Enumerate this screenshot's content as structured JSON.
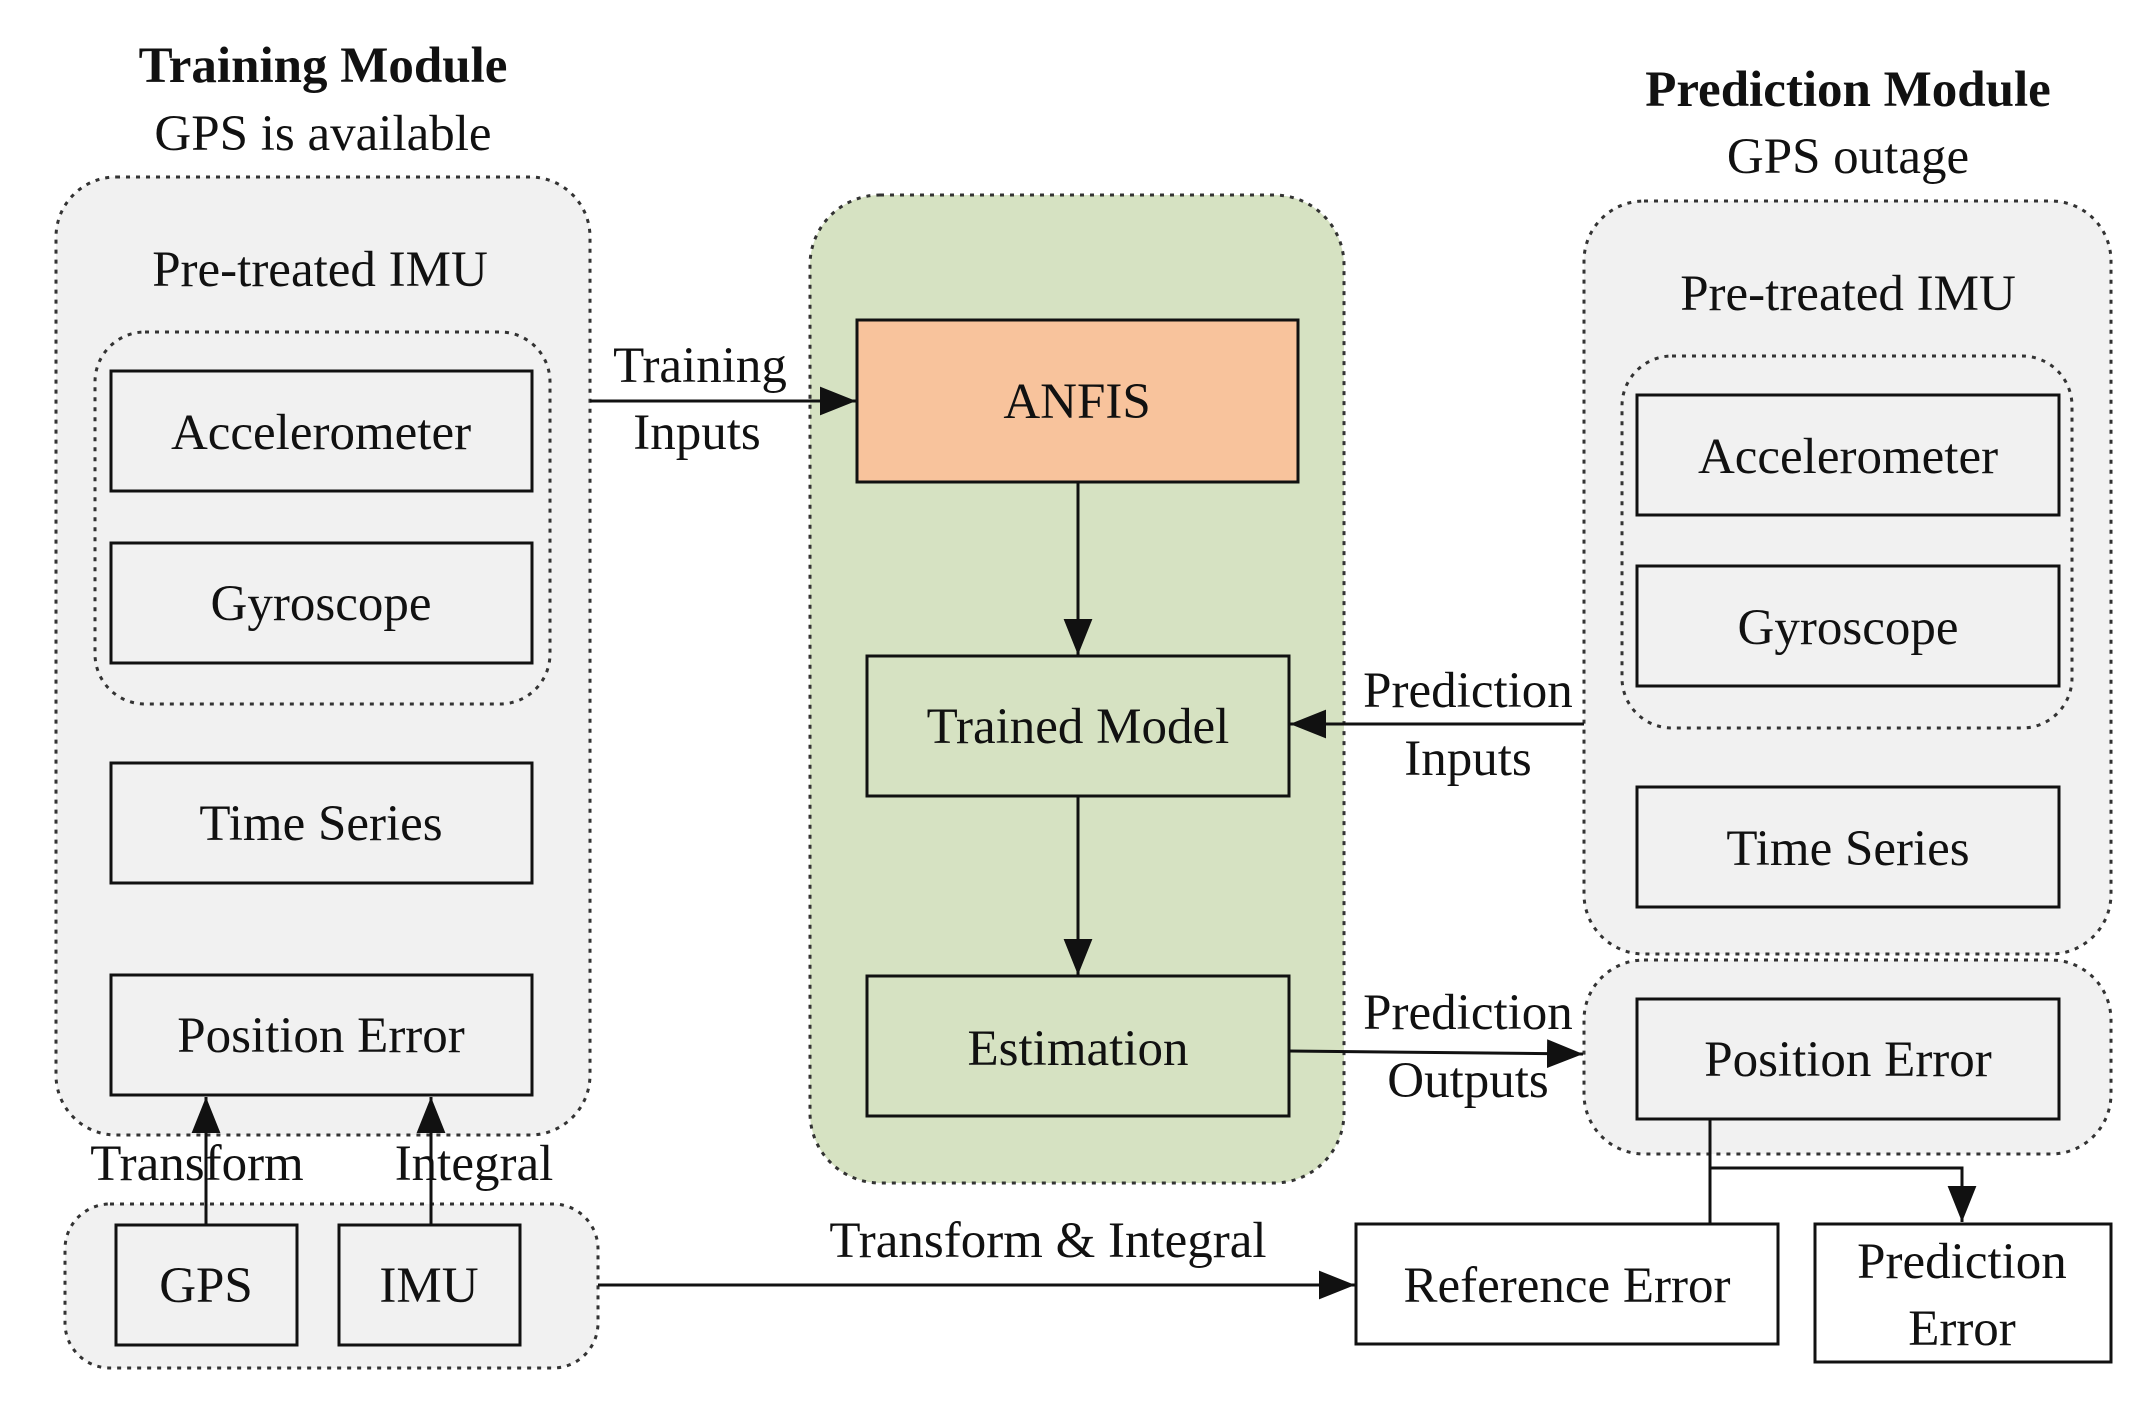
{
  "training_module": {
    "title": "Training Module",
    "subtitle": "GPS is available",
    "imu_group_label": "Pre-treated IMU",
    "accelerometer": "Accelerometer",
    "gyroscope": "Gyroscope",
    "time_series": "Time Series",
    "position_error": "Position Error",
    "gps": "GPS",
    "imu": "IMU",
    "transform_label": "Transform",
    "integral_label": "Integral"
  },
  "center": {
    "anfis": "ANFIS",
    "trained_model": "Trained Model",
    "estimation": "Estimation"
  },
  "prediction_module": {
    "title": "Prediction Module",
    "subtitle": "GPS outage",
    "imu_group_label": "Pre-treated IMU",
    "accelerometer": "Accelerometer",
    "gyroscope": "Gyroscope",
    "time_series": "Time Series",
    "position_error": "Position Error"
  },
  "outputs": {
    "reference_error": "Reference Error",
    "prediction_error_line1": "Prediction",
    "prediction_error_line2": "Error"
  },
  "edges": {
    "training_inputs_line1": "Training",
    "training_inputs_line2": "Inputs",
    "prediction_inputs_line1": "Prediction",
    "prediction_inputs_line2": "Inputs",
    "prediction_outputs_line1": "Prediction",
    "prediction_outputs_line2": "Outputs",
    "transform_integral": "Transform & Integral"
  },
  "colors": {
    "center_fill": "#d6e2c2",
    "anfis_fill": "#f8c39c",
    "group_fill": "#f1f1f1"
  }
}
